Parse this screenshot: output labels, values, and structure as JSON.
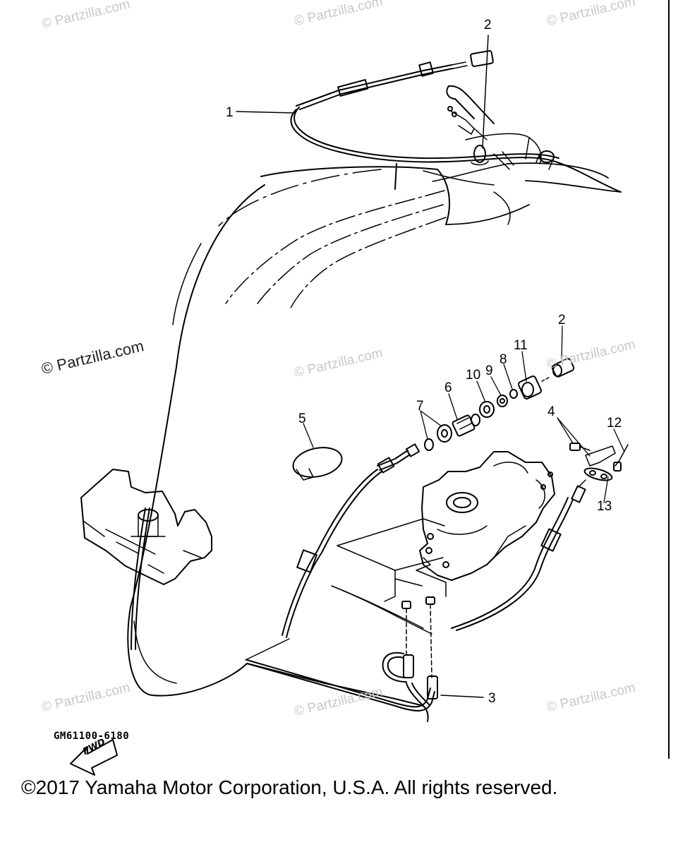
{
  "watermarks": [
    "© Partzilla.com",
    "© Partzilla.com",
    "© Partzilla.com",
    "© Partzilla.com",
    "© Partzilla.com",
    "© Partzilla.com",
    "© Partzilla.com",
    "© Partzilla.com",
    "© Partzilla.com"
  ],
  "callouts": [
    "1",
    "2",
    "2",
    "3",
    "4",
    "5",
    "6",
    "7",
    "8",
    "9",
    "10",
    "11",
    "12",
    "13"
  ],
  "fwd_label": "FWD",
  "diagram_code": "GM61100-6180",
  "copyright": "©2017  Yamaha Motor Corporation, U.S.A. All rights reserved."
}
